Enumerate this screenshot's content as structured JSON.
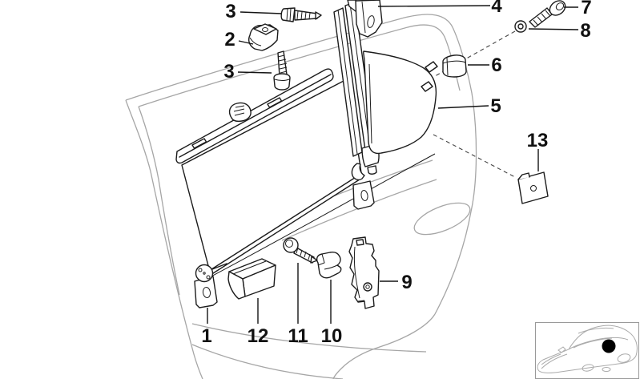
{
  "diagram": {
    "kind": "exploded-parts-diagram",
    "subject": "rear-door-sun-blind-assembly",
    "colors": {
      "part_line": "#1c1c1c",
      "context_line": "#a6a6a6",
      "background": "#ffffff",
      "label_color": "#111111",
      "location_marker": "#000000"
    },
    "labels": [
      {
        "text": "3",
        "part": "screw-top"
      },
      {
        "text": "2",
        "part": "clamp-bracket"
      },
      {
        "text": "3",
        "part": "screw-with-spring"
      },
      {
        "text": "4",
        "part": "guide-rail-top-bracket"
      },
      {
        "text": "7",
        "part": "bolt"
      },
      {
        "text": "8",
        "part": "washer"
      },
      {
        "text": "6",
        "part": "cover-cap"
      },
      {
        "text": "5",
        "part": "quarter-window-blind"
      },
      {
        "text": "13",
        "part": "retaining-plate"
      },
      {
        "text": "9",
        "part": "mounting-bracket"
      },
      {
        "text": "1",
        "part": "roller-end-bracket"
      },
      {
        "text": "12",
        "part": "cover"
      },
      {
        "text": "11",
        "part": "screw-small"
      },
      {
        "text": "10",
        "part": "clip"
      }
    ],
    "thumbnail": {
      "name": "car-location-thumbnail",
      "marker": "rear-door-window",
      "marker_color": "#000000"
    }
  }
}
